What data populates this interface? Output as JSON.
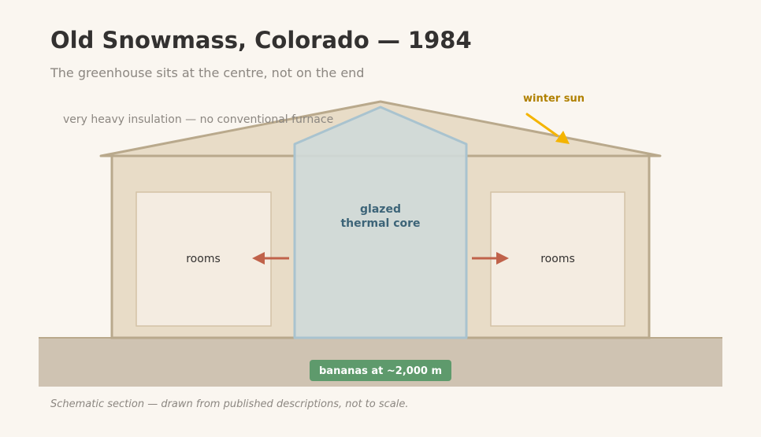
{
  "header": {
    "title": "Old Snowmass, Colorado — 1984",
    "subtitle": "The greenhouse sits at the centre, not on the end"
  },
  "diagram": {
    "insulation_note": "very heavy insulation — no conventional furnace",
    "sun_label": "winter sun",
    "core_label_line1": "glazed",
    "core_label_line2": "thermal core",
    "left_room_label": "rooms",
    "right_room_label": "rooms",
    "ground_badge": "bananas at ~2,000 m"
  },
  "footer": {
    "caption": "Schematic section — drawn from published descriptions, not to scale."
  },
  "colors": {
    "background": "#faf6f0",
    "house_fill": "#e8dcc7",
    "house_stroke": "#b9a98c",
    "room_fill": "#f4ece1",
    "glass_fill": "#cfd9d8",
    "glass_stroke": "#a9c3cf",
    "ground": "#cfc3b2",
    "heat_arrow": "#c0624a",
    "sun": "#f4b400",
    "badge": "#5e9a6c"
  }
}
